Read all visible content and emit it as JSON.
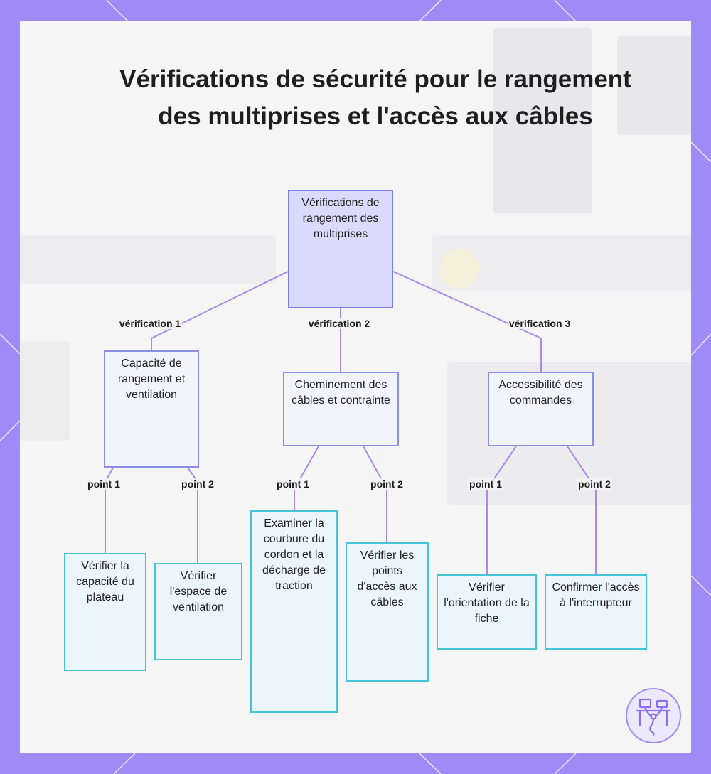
{
  "title": "Vérifications de sécurité pour le rangement des multiprises et l'accès aux câbles",
  "nodes": {
    "root": "Vérifications de rangement des multiprises",
    "capacity": "Capacité de rangement et ventilation",
    "routing": "Cheminement des câbles et contrainte",
    "controls": "Accessibilité des commandes",
    "tray": "Vérifier la capacité du plateau",
    "ventilation": "Vérifier l'espace de ventilation",
    "cord": "Examiner la courbure du cordon et la décharge de traction",
    "access_points": "Vérifier les points d'accès aux câbles",
    "plug": "Vérifier l'orientation de la fiche",
    "switch": "Confirmer l'accès à l'interrupteur"
  },
  "edge_labels": {
    "check1": "vérification 1",
    "check2": "vérification 2",
    "check3": "vérification 3",
    "point1": "point 1",
    "point2": "point 2"
  },
  "colors": {
    "frame": "#a08af5",
    "root_fill": "#d9dafc",
    "root_border": "#7b7fe0",
    "mid_border": "#8a8fe3",
    "leaf_border": "#45c4d8",
    "edge": "#a78be8"
  },
  "icons": {
    "logo": "workstation-network-icon"
  }
}
